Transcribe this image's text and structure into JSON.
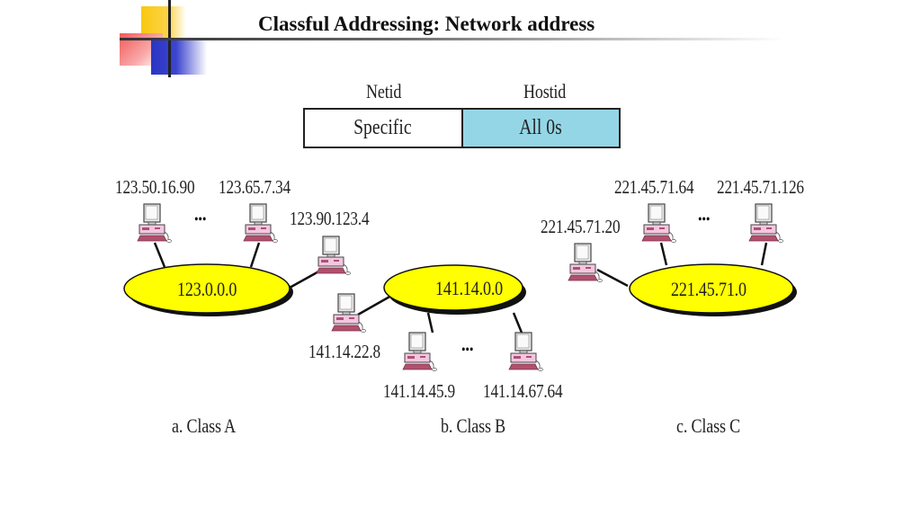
{
  "slide": {
    "title": "Classful Addressing: Network address"
  },
  "address_format": {
    "netid_header": "Netid",
    "hostid_header": "Hostid",
    "netid_value": "Specific",
    "hostid_value": "All 0s",
    "hostid_fill": "#94d6e6"
  },
  "colors": {
    "network_fill": "#ffff00",
    "computer_body": "#f3c6e0",
    "keyboard": "#b0506f"
  },
  "networks": {
    "a": {
      "caption": "a. Class A",
      "network_address": "123.0.0.0",
      "hosts": [
        "123.50.16.90",
        "123.65.7.34",
        "123.90.123.4"
      ],
      "ellipsis": "•••"
    },
    "b": {
      "caption": "b. Class B",
      "network_address": "141.14.0.0",
      "hosts": [
        "141.14.22.8",
        "141.14.45.9",
        "141.14.67.64"
      ],
      "ellipsis": "•••"
    },
    "c": {
      "caption": "c. Class C",
      "network_address": "221.45.71.0",
      "hosts": [
        "221.45.71.20",
        "221.45.71.64",
        "221.45.71.126"
      ],
      "ellipsis": "•••"
    }
  }
}
